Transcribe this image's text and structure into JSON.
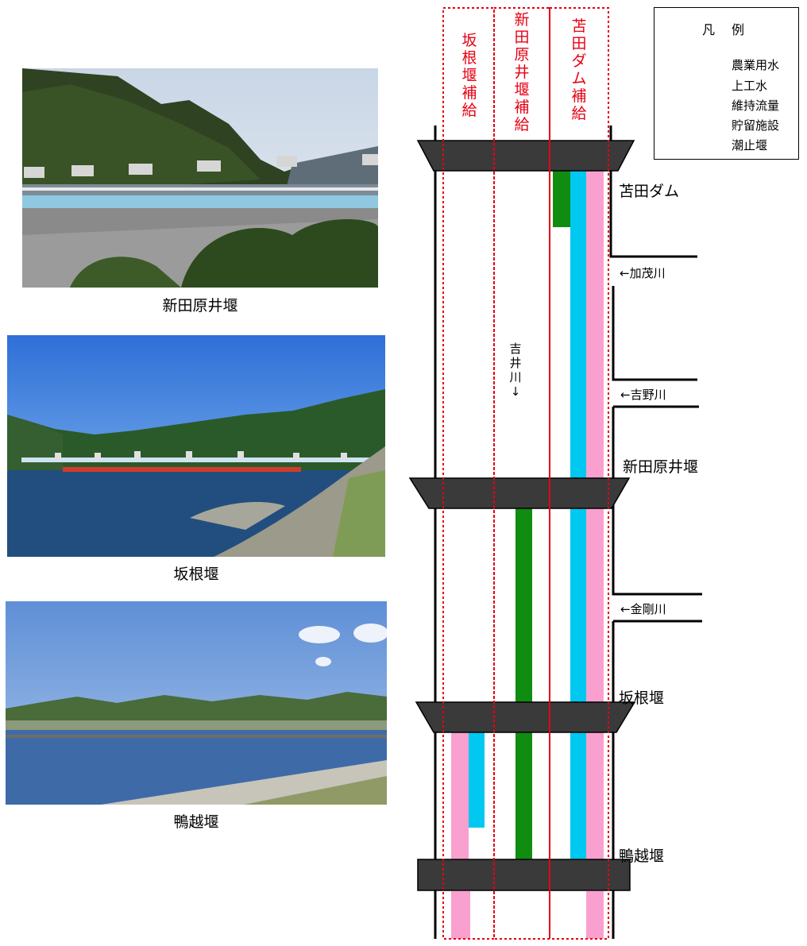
{
  "photos": [
    {
      "caption": "新田原井堰"
    },
    {
      "caption": "坂根堰"
    },
    {
      "caption": "鴨越堰"
    }
  ],
  "columns": [
    {
      "label": "坂根堰補給"
    },
    {
      "label": "新田原井堰補給"
    },
    {
      "label": "苫田ダム補給"
    }
  ],
  "legend": {
    "title": "凡 例",
    "items": [
      {
        "label": "農業用水",
        "color": "#108c10"
      },
      {
        "label": "上工水",
        "color": "#00c8f0"
      },
      {
        "label": "維持流量",
        "color": "#f9a0cf"
      },
      {
        "label": "貯留施設",
        "color": "#3a3a3a"
      },
      {
        "label": "潮止堰",
        "color": "#3a3a3a"
      }
    ]
  },
  "facilities": [
    {
      "label": "苫田ダム"
    },
    {
      "label": "新田原井堰"
    },
    {
      "label": "坂根堰"
    },
    {
      "label": "鴨越堰"
    }
  ],
  "tributaries": [
    {
      "label": "←加茂川"
    },
    {
      "label": "←吉野川"
    },
    {
      "label": "←金剛川"
    }
  ],
  "main_river": {
    "label": "吉井川↓"
  },
  "colors": {
    "agriculture": "#108c10",
    "water_supply": "#00c8f0",
    "maintenance": "#f9a0cf",
    "structure": "#3a3a3a",
    "column_border": "#e60012"
  }
}
